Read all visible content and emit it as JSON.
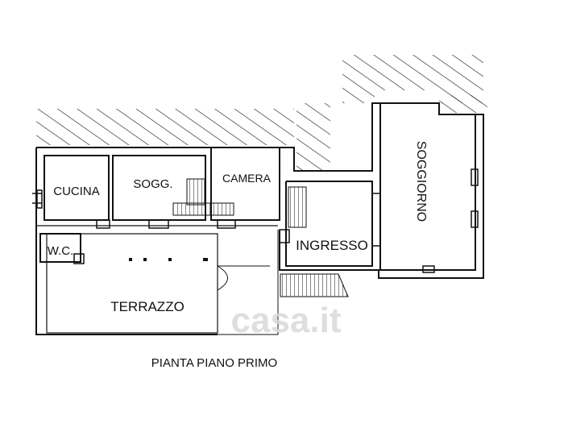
{
  "rooms": {
    "cucina": "CUCINA",
    "sogg_small": "SOGG.",
    "camera": "CAMERA",
    "soggiorno": "SOGGIORNO",
    "ingresso": "INGRESSO",
    "wc": "W.C.",
    "terrazzo": "TERRAZZO"
  },
  "caption": "PIANTA PIANO PRIMO",
  "watermark": "casa.it",
  "colors": {
    "line": "#111111",
    "background": "#ffffff",
    "watermark": "#d9d9d9"
  }
}
